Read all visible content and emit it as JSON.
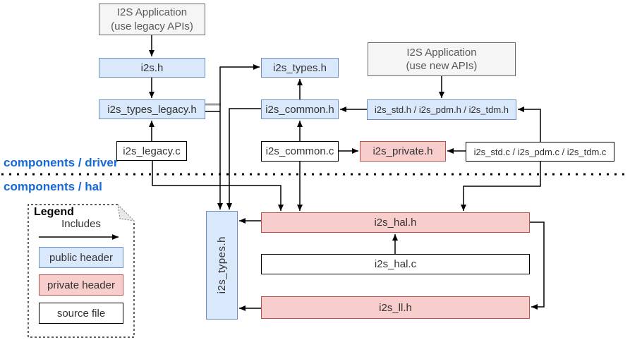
{
  "sections": {
    "driver_label": "components / driver",
    "hal_label": "components / hal"
  },
  "nodes": {
    "app_legacy": {
      "line1": "I2S Application",
      "line2": "(use legacy APIs)",
      "type": "application"
    },
    "i2s_h": {
      "label": "i2s.h",
      "type": "public header"
    },
    "i2s_types_legacy_h": {
      "label": "i2s_types_legacy.h",
      "type": "public header"
    },
    "i2s_legacy_c": {
      "label": "i2s_legacy.c",
      "type": "source file"
    },
    "i2s_types_h_driver": {
      "label": "i2s_types.h",
      "type": "public header"
    },
    "i2s_common_h": {
      "label": "i2s_common.h",
      "type": "public header"
    },
    "i2s_common_c": {
      "label": "i2s_common.c",
      "type": "source file"
    },
    "app_new": {
      "line1": "I2S Application",
      "line2": "(use new APIs)",
      "type": "application"
    },
    "i2s_std_pdm_tdm_h": {
      "label": "i2s_std.h / i2s_pdm.h / i2s_tdm.h",
      "type": "public header"
    },
    "i2s_private_h": {
      "label": "i2s_private.h",
      "type": "private header"
    },
    "i2s_std_pdm_tdm_c": {
      "label": "i2s_std.c / i2s_pdm.c / i2s_tdm.c",
      "type": "source file"
    },
    "i2s_types_h_hal": {
      "label": "i2s_types.h",
      "type": "public header"
    },
    "i2s_hal_h": {
      "label": "i2s_hal.h",
      "type": "private header"
    },
    "i2s_hal_c": {
      "label": "i2s_hal.c",
      "type": "source file"
    },
    "i2s_ll_h": {
      "label": "i2s_ll.h",
      "type": "private header"
    }
  },
  "edges": [
    {
      "from": "app_legacy",
      "to": "i2s_h"
    },
    {
      "from": "i2s_h",
      "to": "i2s_types_legacy_h"
    },
    {
      "from": "i2s_legacy_c",
      "to": "i2s_types_legacy_h"
    },
    {
      "from": "i2s_types_legacy_h",
      "to": "i2s_types_h_driver"
    },
    {
      "from": "i2s_types_legacy_h",
      "to": "i2s_types_h_hal"
    },
    {
      "from": "i2s_common_h",
      "to": "i2s_types_h_driver"
    },
    {
      "from": "i2s_common_h",
      "to": "i2s_types_h_hal"
    },
    {
      "from": "i2s_common_c",
      "to": "i2s_common_h"
    },
    {
      "from": "i2s_common_c",
      "to": "i2s_private_h"
    },
    {
      "from": "i2s_common_c",
      "to": "i2s_hal_h"
    },
    {
      "from": "i2s_std_pdm_tdm_h",
      "to": "i2s_common_h"
    },
    {
      "from": "app_new",
      "to": "i2s_std_pdm_tdm_h"
    },
    {
      "from": "i2s_std_pdm_tdm_c",
      "to": "i2s_std_pdm_tdm_h"
    },
    {
      "from": "i2s_std_pdm_tdm_c",
      "to": "i2s_private_h"
    },
    {
      "from": "i2s_std_pdm_tdm_c",
      "to": "i2s_hal_h"
    },
    {
      "from": "i2s_legacy_c",
      "to": "i2s_hal_h"
    },
    {
      "from": "i2s_hal_h",
      "to": "i2s_types_h_hal"
    },
    {
      "from": "i2s_hal_h",
      "to": "i2s_ll_h"
    },
    {
      "from": "i2s_hal_c",
      "to": "i2s_hal_h"
    },
    {
      "from": "i2s_ll_h",
      "to": "i2s_types_h_hal"
    }
  ],
  "legend": {
    "title": "Legend",
    "includes_label": "Includes",
    "items": [
      {
        "label": "public header",
        "fill": "#dae8fc",
        "stroke": "#6c8ebf"
      },
      {
        "label": "private header",
        "fill": "#f8cecc",
        "stroke": "#b85450"
      },
      {
        "label": "source file",
        "fill": "#ffffff",
        "stroke": "#000000"
      }
    ]
  },
  "colors": {
    "public_fill": "#dae8fc",
    "public_stroke": "#6c8ebf",
    "private_fill": "#f8cecc",
    "private_stroke": "#b85450",
    "app_fill": "#f5f5f5",
    "app_stroke": "#666666",
    "section_label": "#1569d6",
    "connector": "#000000"
  }
}
